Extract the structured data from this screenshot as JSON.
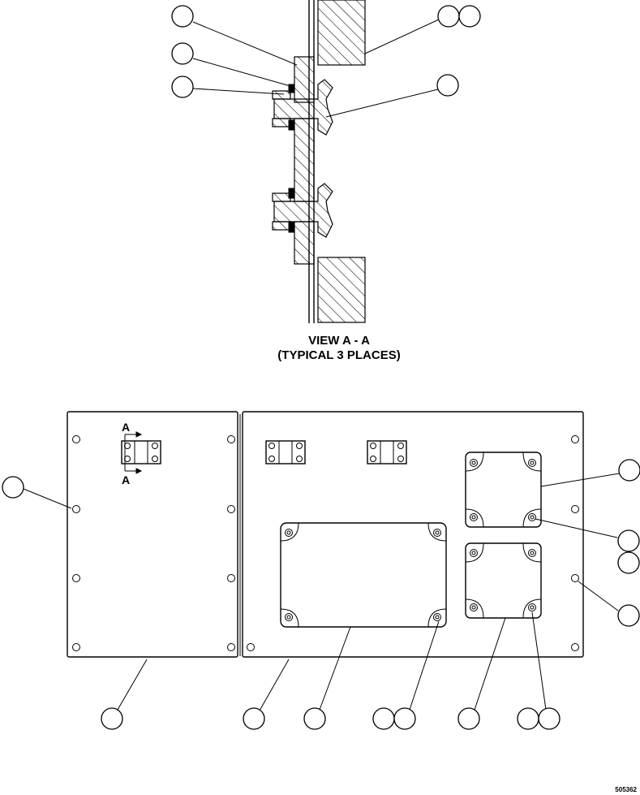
{
  "section_view": {
    "title": "VIEW A - A",
    "subtitle": "(TYPICAL 3 PLACES)"
  },
  "section_marks": {
    "top": "A",
    "bottom": "A"
  },
  "drawing_number": "505362"
}
